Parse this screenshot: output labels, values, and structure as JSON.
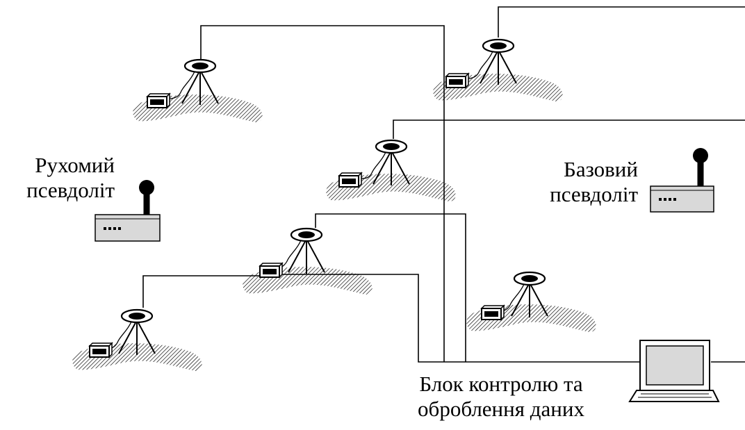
{
  "labels": {
    "mobile_pseudolite": [
      "Рухомий",
      "псевдоліт"
    ],
    "base_pseudolite": [
      "Базовий",
      "псевдоліт"
    ],
    "control_unit": [
      "Блок контролю та",
      "оброблення даних"
    ]
  },
  "colors": {
    "line": "#000000",
    "hatch": "#000000",
    "device_fill": "#d9d9d9",
    "screen_fill": "#d9d9d9",
    "background": "#ffffff"
  },
  "icons": {
    "receiver": "tripod-antenna-icon",
    "device": "receiver-box-icon",
    "pseudolite": "pseudolite-transmitter-icon",
    "computer": "laptop-icon"
  },
  "stations": [
    {
      "id": 1
    },
    {
      "id": 2
    },
    {
      "id": 3
    },
    {
      "id": 4
    },
    {
      "id": 5
    },
    {
      "id": 6
    }
  ]
}
